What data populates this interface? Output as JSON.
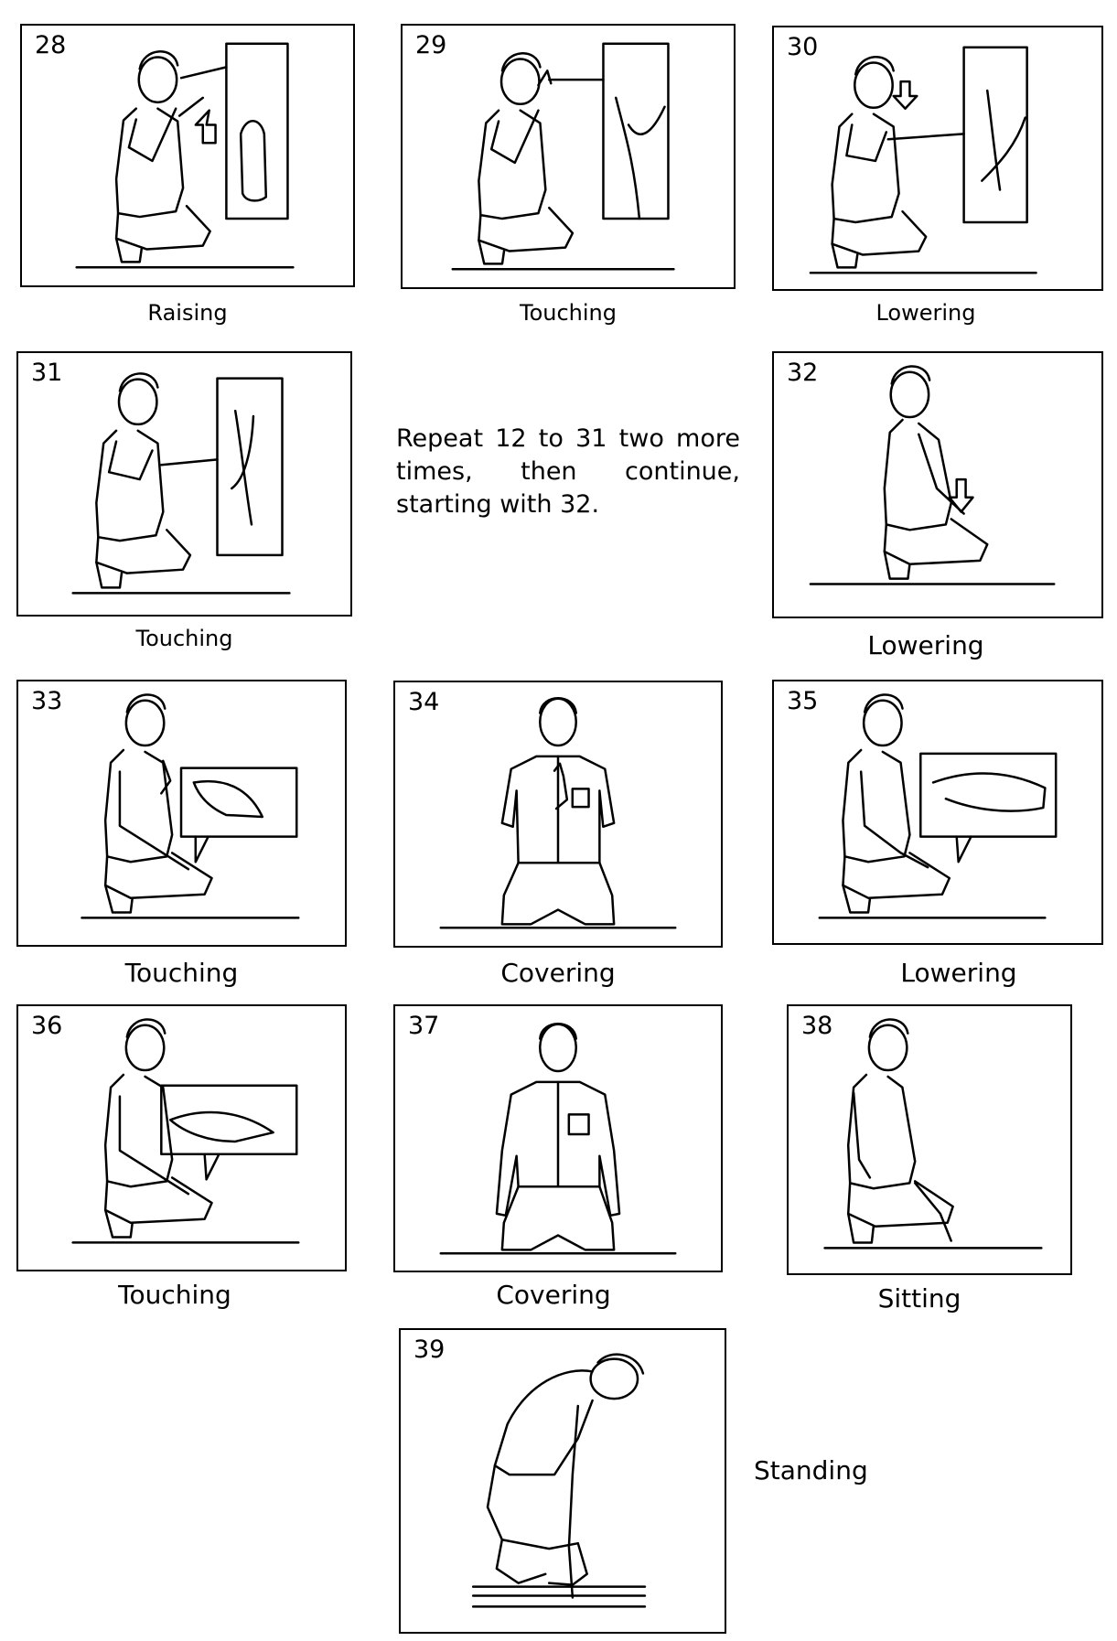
{
  "panels": [
    {
      "number": "28",
      "caption": "Raising",
      "pose": "kneel-hands-ears",
      "inset": "thumb-ear"
    },
    {
      "number": "29",
      "caption": "Touching",
      "pose": "kneel-hands-ears",
      "inset": "ear-touch"
    },
    {
      "number": "30",
      "caption": "Lowering",
      "pose": "kneel-hands-chest",
      "inset": "thumb-down"
    },
    {
      "number": "31",
      "caption": "Touching",
      "pose": "kneel-hands-chest",
      "inset": "thumb-chest"
    },
    {
      "number": "32",
      "caption": "Lowering",
      "pose": "kneel-lowering-arm",
      "inset": ""
    },
    {
      "number": "33",
      "caption": "Touching",
      "pose": "kneel-hand-knee",
      "inset": "hand-flat"
    },
    {
      "number": "34",
      "caption": "Covering",
      "pose": "front-hand-chest",
      "inset": ""
    },
    {
      "number": "35",
      "caption": "Lowering",
      "pose": "kneel-hands-knees",
      "inset": "hand-flat"
    },
    {
      "number": "36",
      "caption": "Touching",
      "pose": "kneel-hand-knee",
      "inset": "hand-flat"
    },
    {
      "number": "37",
      "caption": "Covering",
      "pose": "front-hands-knees",
      "inset": ""
    },
    {
      "number": "38",
      "caption": "Sitting",
      "pose": "kneel-sitting",
      "inset": ""
    },
    {
      "number": "39",
      "caption": "Standing",
      "pose": "crouch-rising",
      "inset": ""
    }
  ],
  "instruction": "Repeat 12 to 31 two more times, then continue, starting with 32."
}
